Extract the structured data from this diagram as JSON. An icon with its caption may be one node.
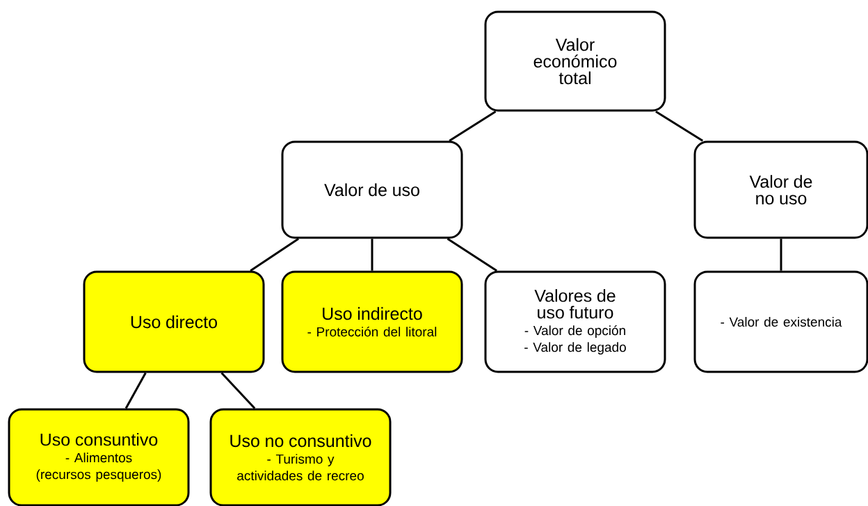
{
  "diagram": {
    "nodes": [
      {
        "text": [
          "Valor económico total"
        ]
      },
      {
        "text": [
          "Valor de uso"
        ]
      },
      {
        "text": [
          "Valor de no uso"
        ]
      },
      {
        "text": [
          "Uso directo"
        ]
      },
      {
        "text": [
          "Uso indirecto",
          "- Protección del litoral"
        ]
      },
      {
        "text": [
          "Valores de uso futuro",
          "- Valor de opción",
          "- Valor de legado"
        ]
      },
      {
        "text": [
          "- Valor de existencia"
        ]
      },
      {
        "text": [
          "Uso consuntivo",
          "- Alimentos (recursos pesqueros)"
        ]
      },
      {
        "text": [
          "Uso no consuntivo",
          "- Turismo y actividades de recreo"
        ]
      }
    ],
    "edges": [
      {
        "from": 0,
        "to": 1,
        "arrow": "none"
      },
      {
        "from": 0,
        "to": 2,
        "arrow": "none"
      },
      {
        "from": 1,
        "to": 3,
        "arrow": "none"
      },
      {
        "from": 1,
        "to": 4,
        "arrow": "none"
      },
      {
        "from": 1,
        "to": 5,
        "arrow": "none"
      },
      {
        "from": 2,
        "to": 6,
        "arrow": "none"
      },
      {
        "from": 3,
        "to": 7,
        "arrow": "none"
      },
      {
        "from": 3,
        "to": 8,
        "arrow": "none"
      }
    ]
  }
}
